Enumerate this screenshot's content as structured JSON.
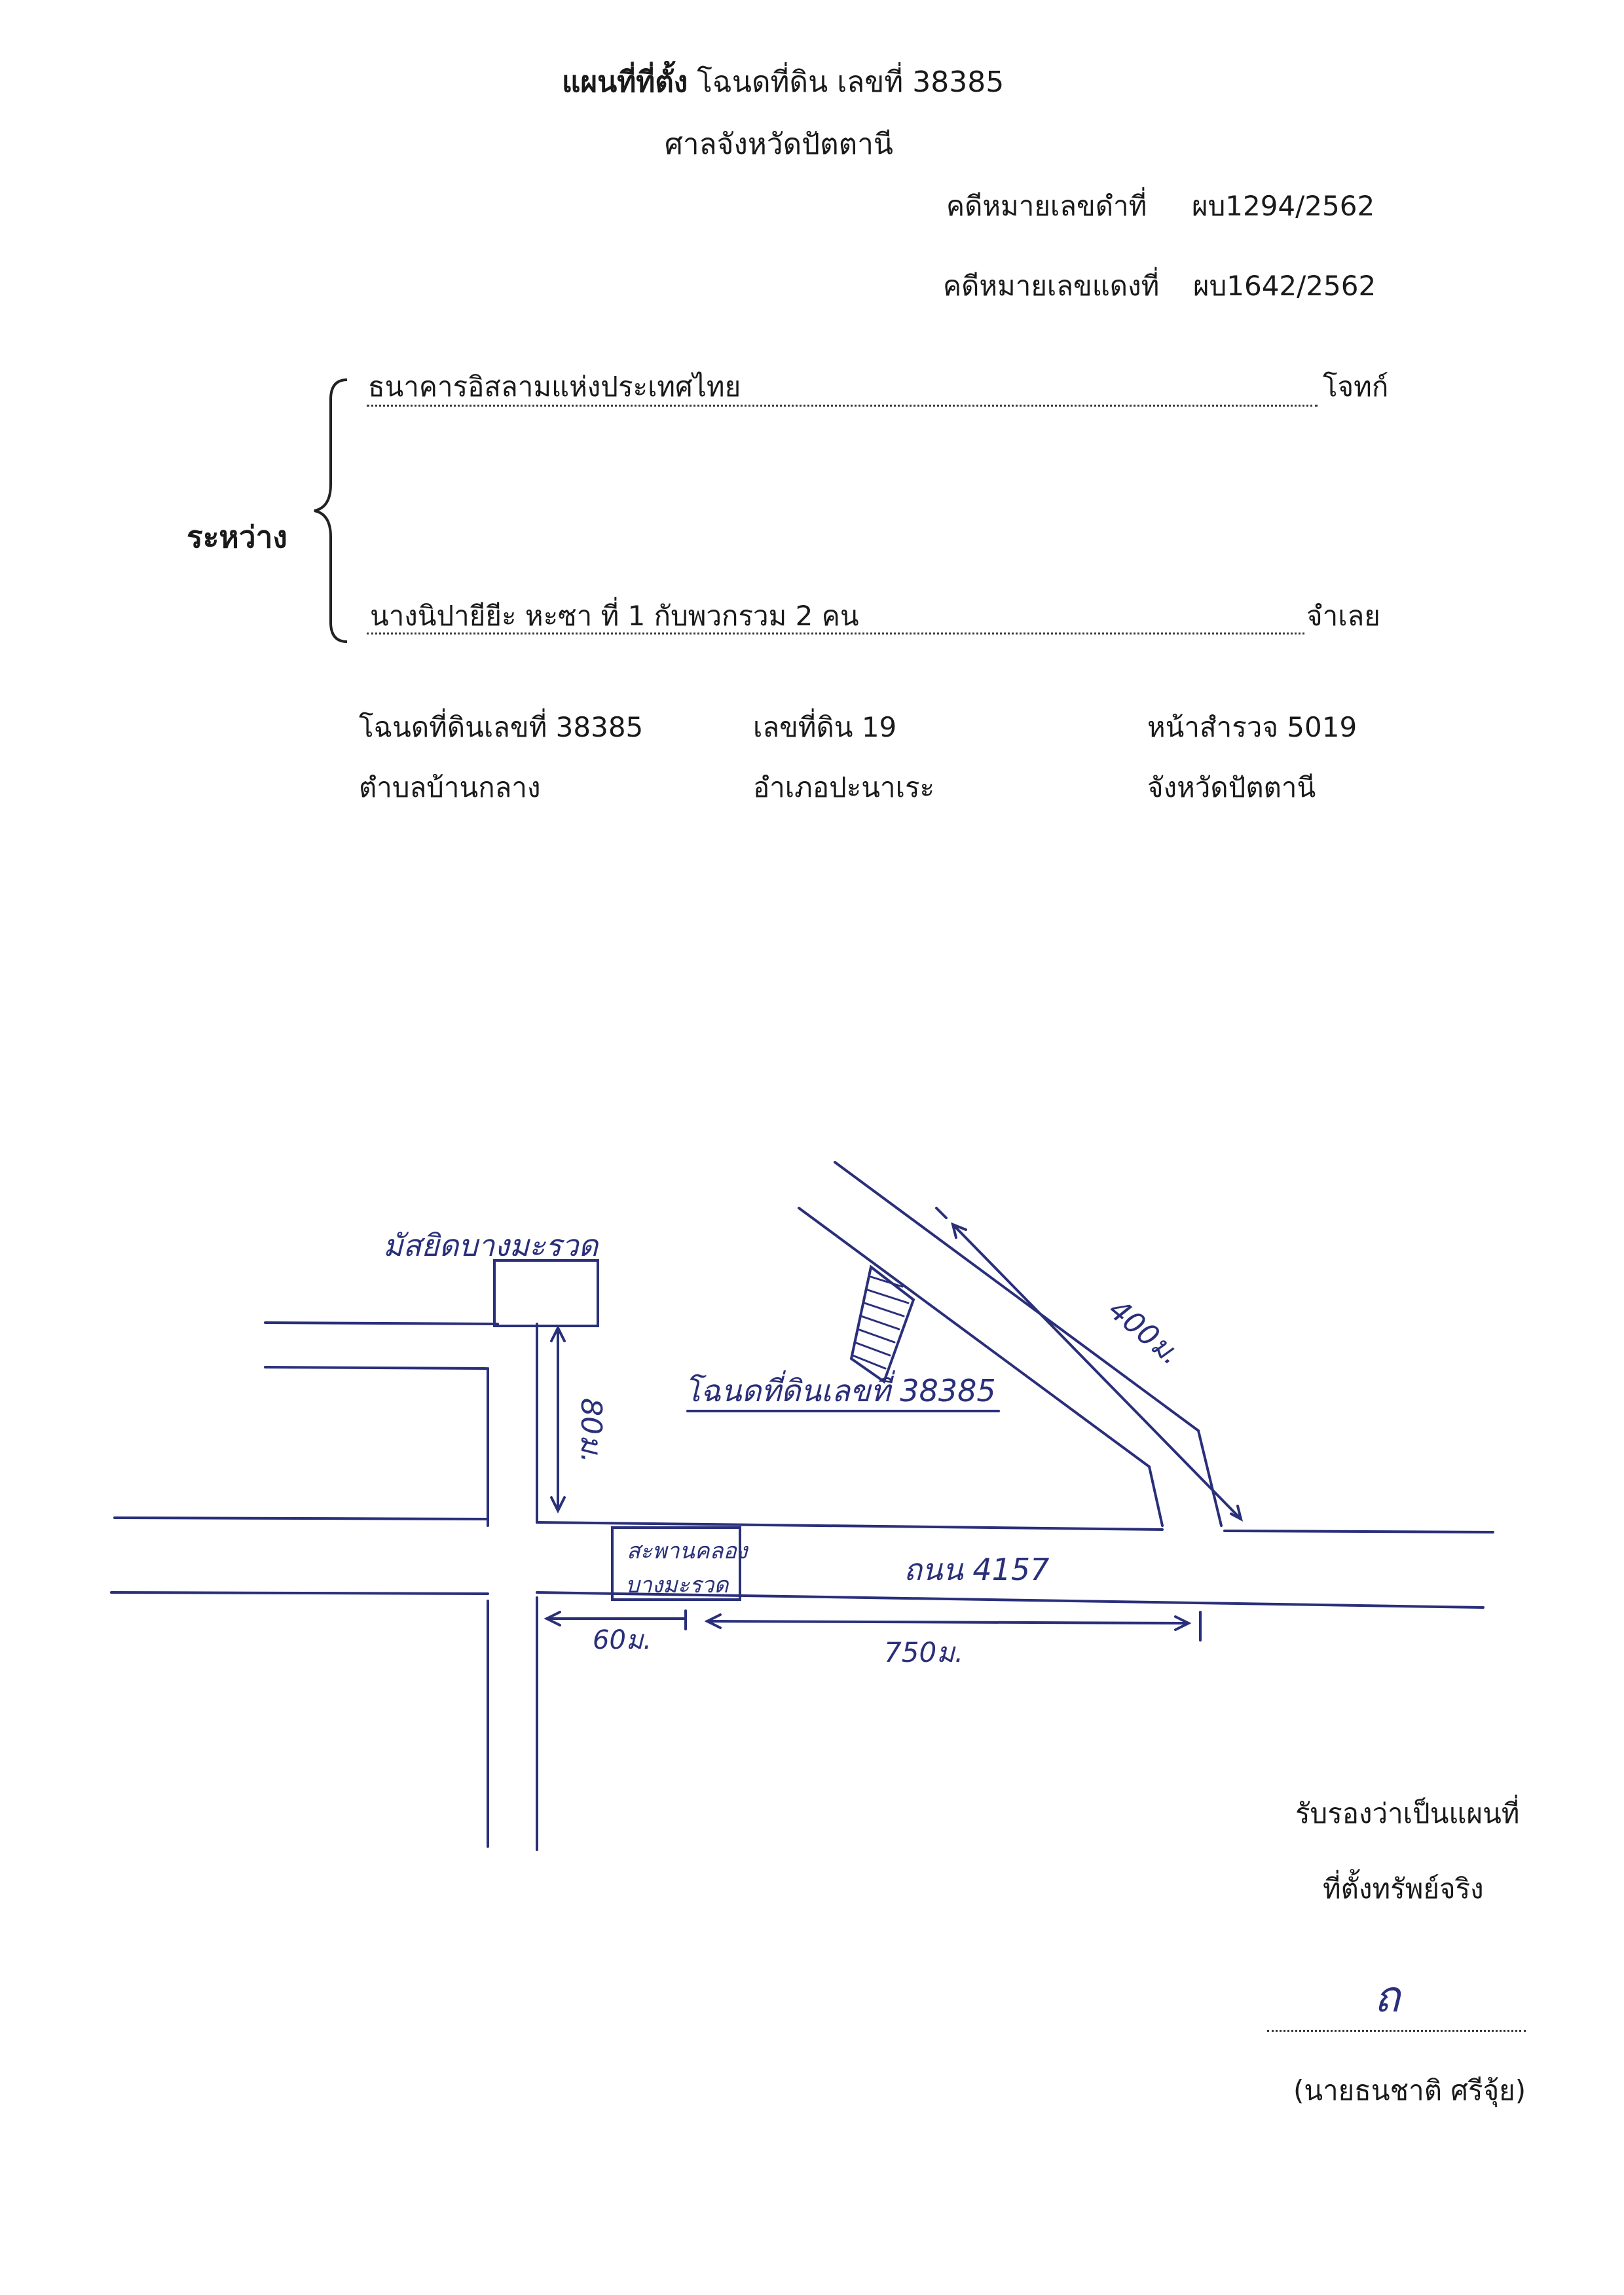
{
  "header": {
    "title_bold": "แผนที่ที่ตั้ง",
    "title_rest": "โฉนดที่ดิน เลขที่  38385",
    "court": "ศาลจังหวัดปัตตานี",
    "black_case_label": "คดีหมายเลขดำที่",
    "black_case_no": "ผบ1294/2562",
    "red_case_label": "คดีหมายเลขแดงที่",
    "red_case_no": "ผบ1642/2562"
  },
  "parties": {
    "between": "ระหว่าง",
    "plaintiff": "ธนาคารอิสลามแห่งประเทศไทย",
    "plaintiff_role": "โจทก์",
    "defendant": "นางนิปายียีะ  หะซา  ที่ 1 กับพวกรวม 2 คน",
    "defendant_role": "จำเลย"
  },
  "land": {
    "deed": "โฉนดที่ดินเลขที่ 38385",
    "parcel": "เลขที่ดิน 19",
    "survey": "หน้าสำรวจ  5019",
    "subdistrict": "ตำบลบ้านกลาง",
    "district": "อำเภอปะนาเระ",
    "province": "จังหวัดปัตตานี"
  },
  "map": {
    "mosque": "มัสยิดบางมะรวด",
    "dist_vertical": "80ม.",
    "deed_label": "โฉนดที่ดินเลขที่ 38385",
    "dist_diagonal": "400ม.",
    "bridge_line1": "สะพานคลอง",
    "bridge_line2": "บางมะรวด",
    "road": "ถนน  4157",
    "dist_left": "60ม.",
    "dist_right": "750ม.",
    "ink_color": "#2a2f7a"
  },
  "certify": {
    "line1": "รับรองว่าเป็นแผนที่",
    "line2": "ที่ตั้งทรัพย์จริง",
    "signature": "ถ",
    "signer": "(นายธนชาติ  ศรีจุ้ย)"
  }
}
